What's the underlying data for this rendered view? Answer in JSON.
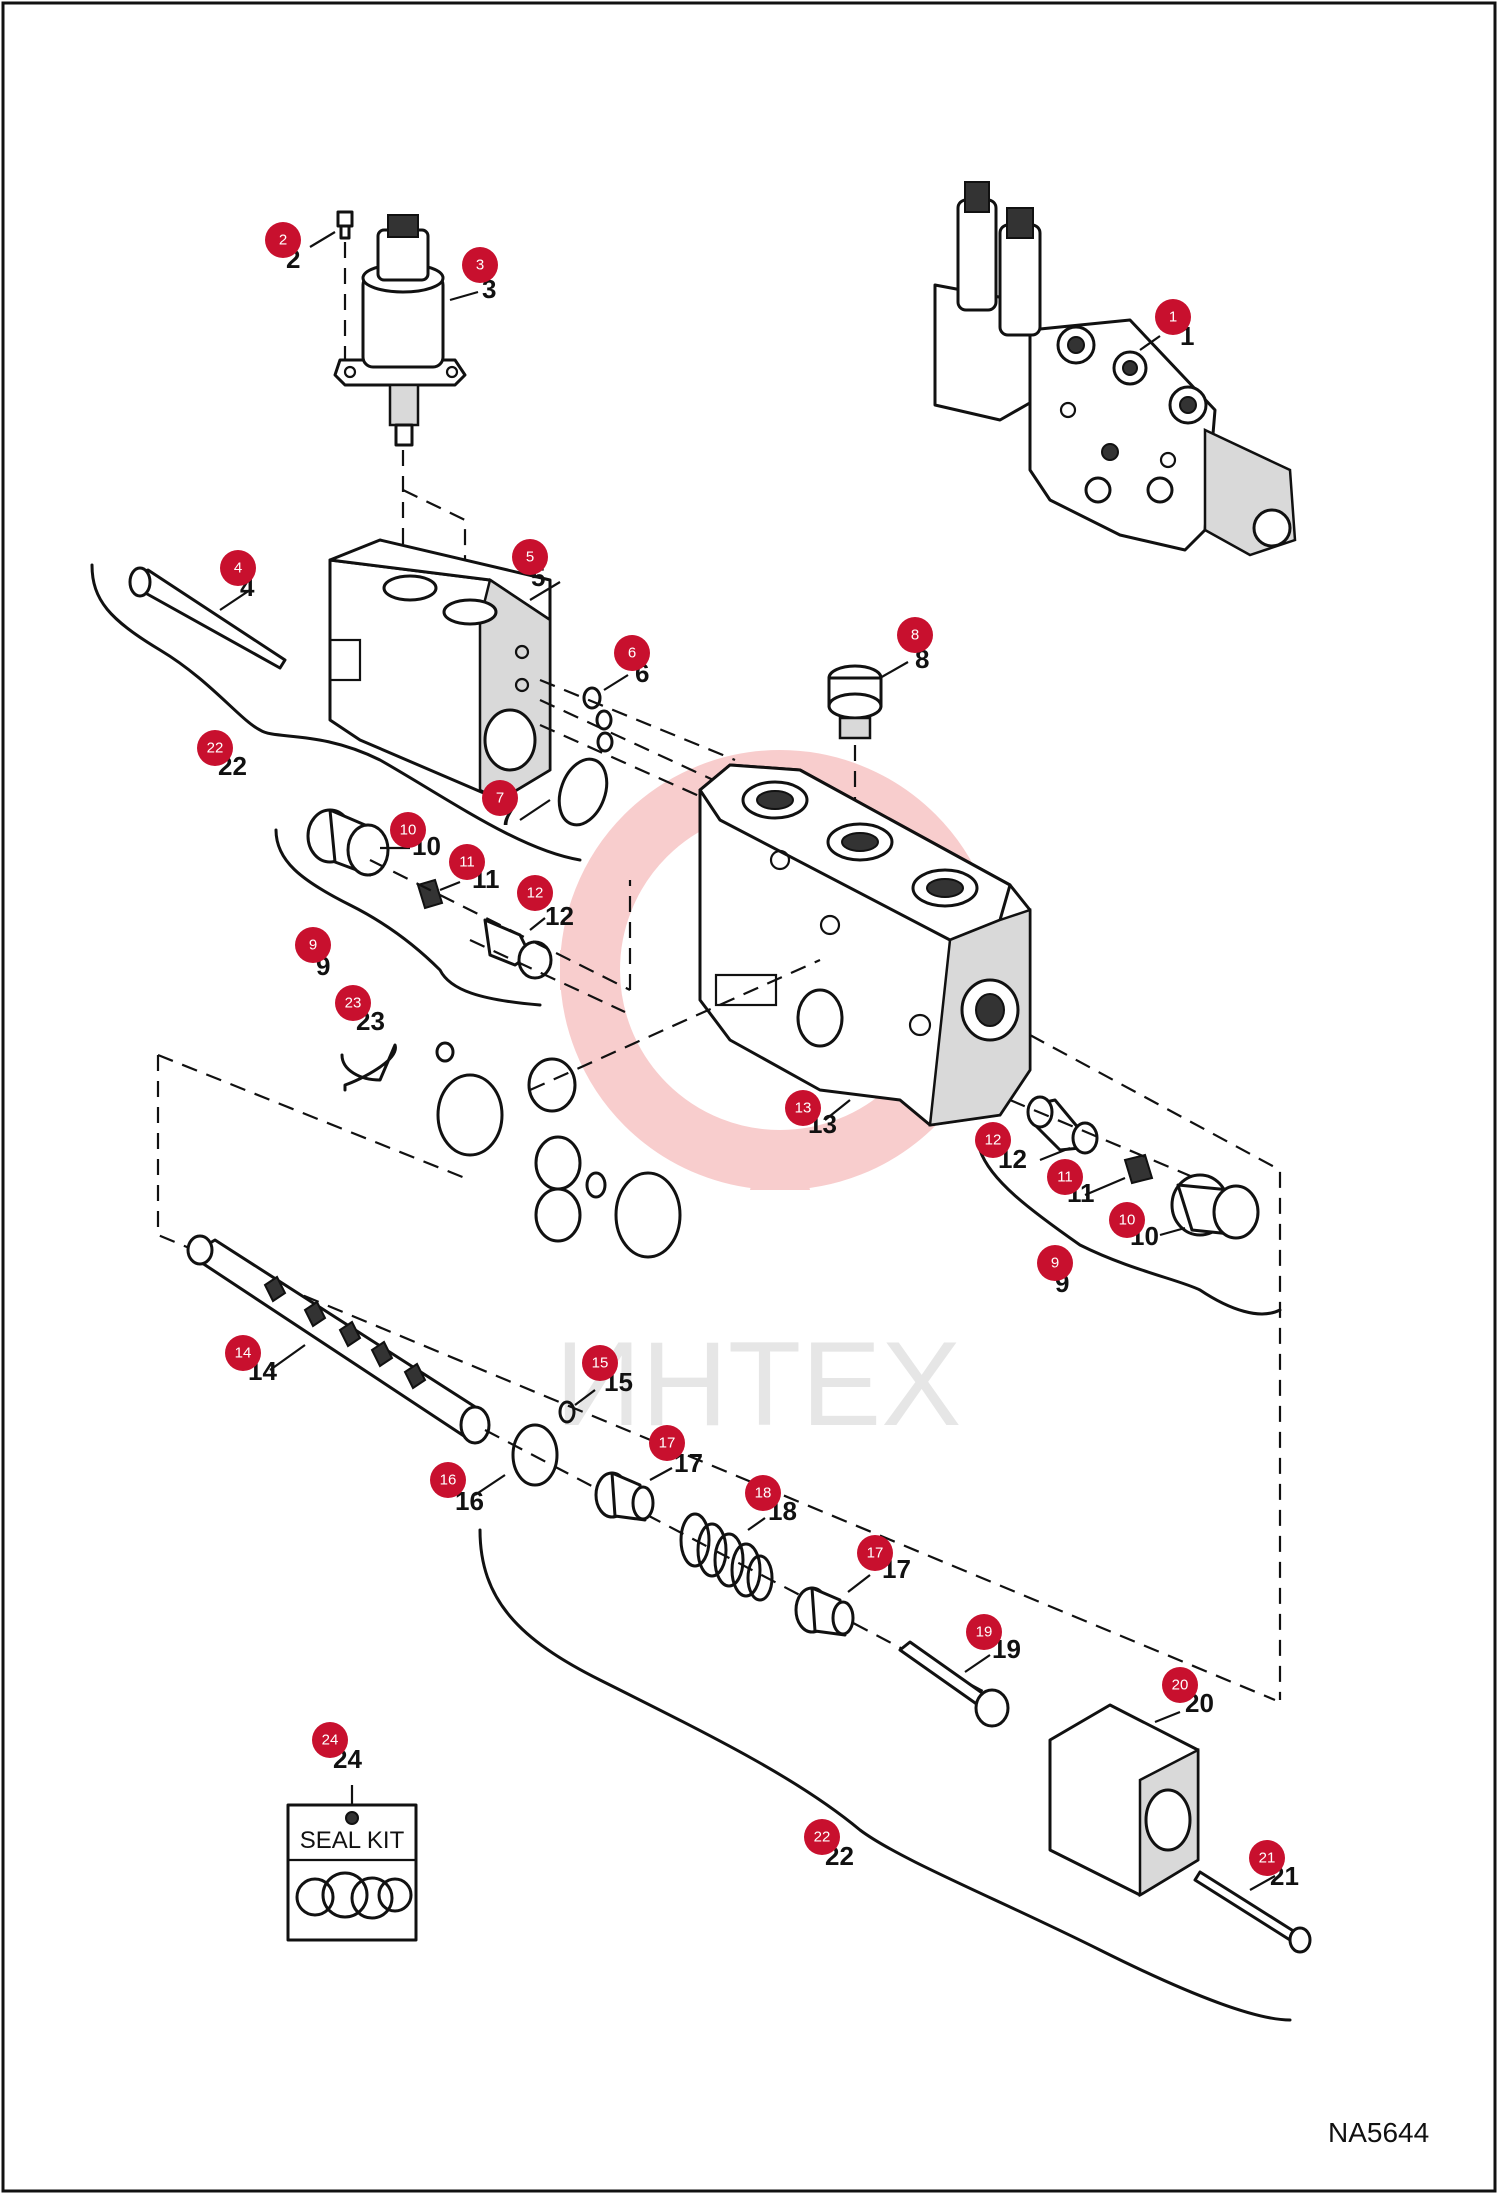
{
  "drawing_code": "NA5644",
  "watermark": "ИНТЕХ",
  "seal_kit_label": "SEAL KIT",
  "callouts": [
    {
      "id": "c1",
      "label": "1"
    },
    {
      "id": "c2",
      "label": "2"
    },
    {
      "id": "c3",
      "label": "3"
    },
    {
      "id": "c4",
      "label": "4"
    },
    {
      "id": "c5",
      "label": "5"
    },
    {
      "id": "c6",
      "label": "6"
    },
    {
      "id": "c7",
      "label": "7"
    },
    {
      "id": "c8",
      "label": "8"
    },
    {
      "id": "c9a",
      "label": "9"
    },
    {
      "id": "c9b",
      "label": "9"
    },
    {
      "id": "c10a",
      "label": "10"
    },
    {
      "id": "c10b",
      "label": "10"
    },
    {
      "id": "c11a",
      "label": "11"
    },
    {
      "id": "c11b",
      "label": "11"
    },
    {
      "id": "c12a",
      "label": "12"
    },
    {
      "id": "c12b",
      "label": "12"
    },
    {
      "id": "c13",
      "label": "13"
    },
    {
      "id": "c14",
      "label": "14"
    },
    {
      "id": "c15",
      "label": "15"
    },
    {
      "id": "c16",
      "label": "16"
    },
    {
      "id": "c17a",
      "label": "17"
    },
    {
      "id": "c17b",
      "label": "17"
    },
    {
      "id": "c18",
      "label": "18"
    },
    {
      "id": "c19",
      "label": "19"
    },
    {
      "id": "c20",
      "label": "20"
    },
    {
      "id": "c21",
      "label": "21"
    },
    {
      "id": "c22a",
      "label": "22"
    },
    {
      "id": "c22b",
      "label": "22"
    },
    {
      "id": "c23",
      "label": "23"
    },
    {
      "id": "c24",
      "label": "24"
    }
  ],
  "colors": {
    "badge": "#c8102e",
    "ink": "#111111",
    "watermark": "#c8c8c8"
  }
}
